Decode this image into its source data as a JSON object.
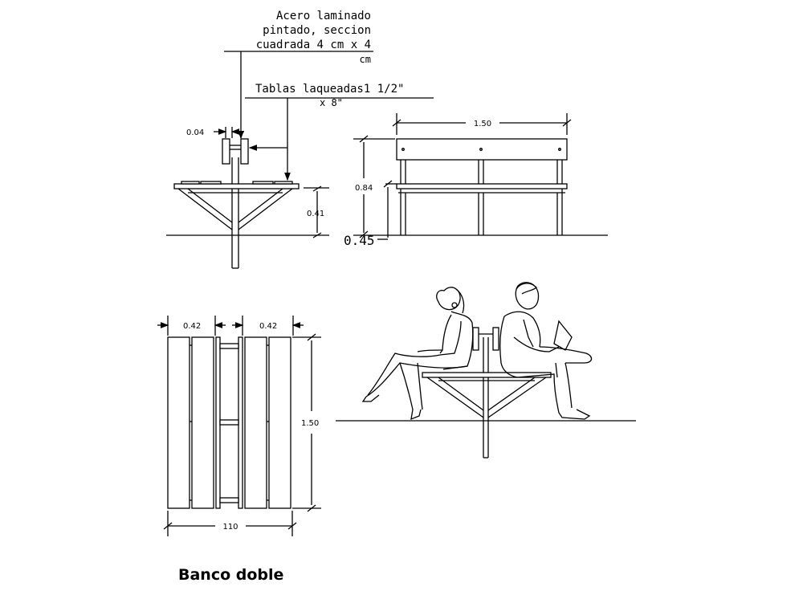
{
  "annotations": {
    "steel_line1": "Acero laminado",
    "steel_line2": "pintado, seccion",
    "steel_line3": "cuadrada 4 cm x 4",
    "steel_line4": "cm",
    "boards_line1": "Tablas laqueadas1 1/2\"",
    "boards_line2": "x 8\""
  },
  "dimensions": {
    "post_width": "0.04",
    "seat_height_side": "0.41",
    "total_length": "1.50",
    "back_height": "0.84",
    "seat_height_front": "0.45",
    "plan_half_left": "0.42",
    "plan_half_right": "0.42",
    "plan_length": "1.50",
    "plan_width": "110"
  },
  "title": "Banco doble"
}
